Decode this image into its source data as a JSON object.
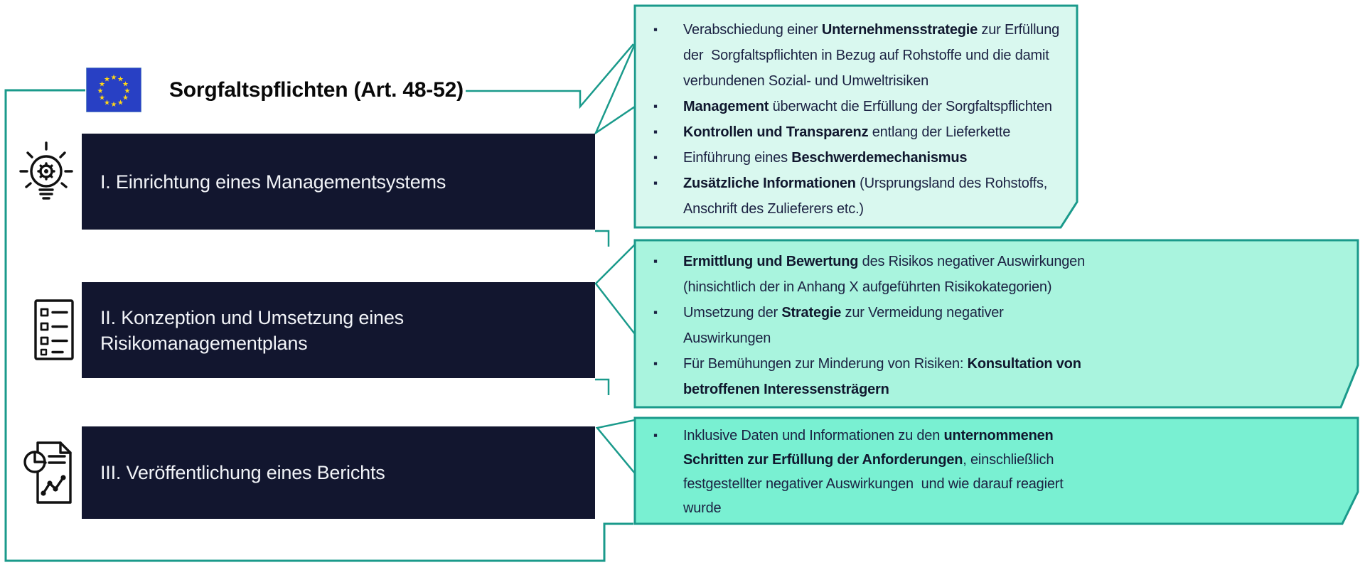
{
  "header": {
    "title": "Sorgfaltspflichten (Art. 48-52)"
  },
  "steps": [
    {
      "icon": "lightbulb-gear-icon",
      "label": "I. Einrichtung eines Managementsystems"
    },
    {
      "icon": "checklist-icon",
      "label": "II. Konzeption und Umsetzung eines Risikomanagementplans"
    },
    {
      "icon": "report-chart-icon",
      "label": "III. Veröffentlichung eines Berichts"
    }
  ],
  "bullet_marker": "▪",
  "callouts": [
    {
      "bullets": [
        {
          "segments": [
            {
              "t": "Verabschiedung einer ",
              "b": 0
            },
            {
              "t": "Unternehmensstrategie",
              "b": 1
            },
            {
              "t": " zur Erfüllung\nder  Sorgfaltspflichten in Bezug auf Rohstoffe und die damit\nverbundenen Sozial- und Umweltrisiken",
              "b": 0
            }
          ]
        },
        {
          "segments": [
            {
              "t": "Management",
              "b": 1
            },
            {
              "t": " überwacht die Erfüllung der Sorgfaltspflichten",
              "b": 0
            }
          ]
        },
        {
          "segments": [
            {
              "t": "Kontrollen und Transparenz",
              "b": 1
            },
            {
              "t": " entlang der Lieferkette",
              "b": 0
            }
          ]
        },
        {
          "segments": [
            {
              "t": "Einführung eines ",
              "b": 0
            },
            {
              "t": "Beschwerdemechanismus",
              "b": 1
            }
          ]
        },
        {
          "segments": [
            {
              "t": "Zusätzliche Informationen",
              "b": 1
            },
            {
              "t": " (Ursprungsland des Rohstoffs,\nAnschrift des Zulieferers etc.)",
              "b": 0
            }
          ]
        }
      ]
    },
    {
      "bullets": [
        {
          "segments": [
            {
              "t": "Ermittlung und Bewertung",
              "b": 1
            },
            {
              "t": " des Risikos negativer Auswirkungen\n(hinsichtlich der in Anhang X aufgeführten Risikokategorien)",
              "b": 0
            }
          ]
        },
        {
          "segments": [
            {
              "t": "Umsetzung der ",
              "b": 0
            },
            {
              "t": "Strategie",
              "b": 1
            },
            {
              "t": " zur Vermeidung negativer\nAuswirkungen",
              "b": 0
            }
          ]
        },
        {
          "segments": [
            {
              "t": "Für Bemühungen zur Minderung von Risiken: ",
              "b": 0
            },
            {
              "t": "Konsultation von\nbetroffenen Interessensträgern",
              "b": 1
            }
          ]
        }
      ]
    },
    {
      "bullets": [
        {
          "segments": [
            {
              "t": "Inklusive Daten und Informationen zu den ",
              "b": 0
            },
            {
              "t": "unternommenen\nSchritten zur Erfüllung der Anforderungen",
              "b": 1
            },
            {
              "t": ", einschließlich\nfestgestellter negativer Auswirkungen  und wie darauf reagiert\nwurde",
              "b": 0
            }
          ]
        }
      ]
    }
  ],
  "colors": {
    "teal": "#1a9a8b",
    "navy": "#12162f",
    "callout1_bg": "#d9f8ef",
    "callout2_bg": "#a9f4de",
    "callout3_bg": "#79f0d2",
    "text_ink": "#1b2142",
    "text_ink_bold": "#10172e",
    "box_text": "#f2f4f8",
    "flag_blue": "#2840c4",
    "flag_star": "#ffd617",
    "icon_ink": "#111111"
  }
}
